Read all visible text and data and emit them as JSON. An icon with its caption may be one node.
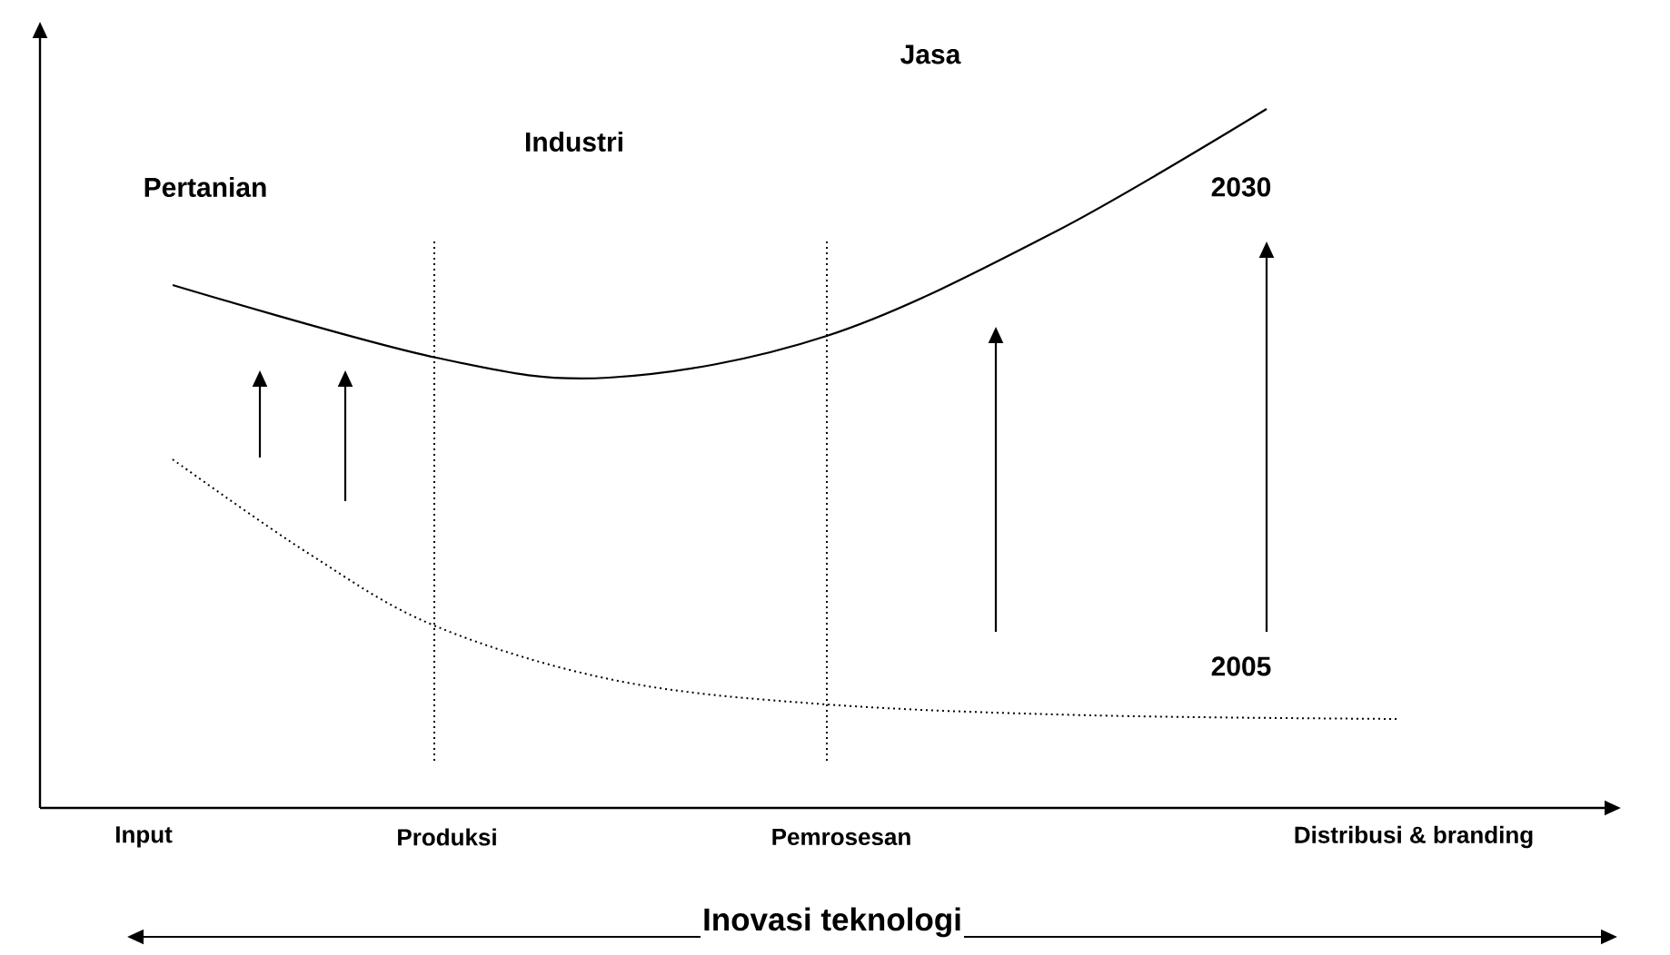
{
  "diagram": {
    "labels": [
      "Jasa",
      "Industri",
      "Pertanian",
      "2030",
      "2005",
      "Input",
      "Produksi",
      "Pemrosesan",
      "Distribusi & branding",
      "Inovasi teknologi"
    ]
  }
}
